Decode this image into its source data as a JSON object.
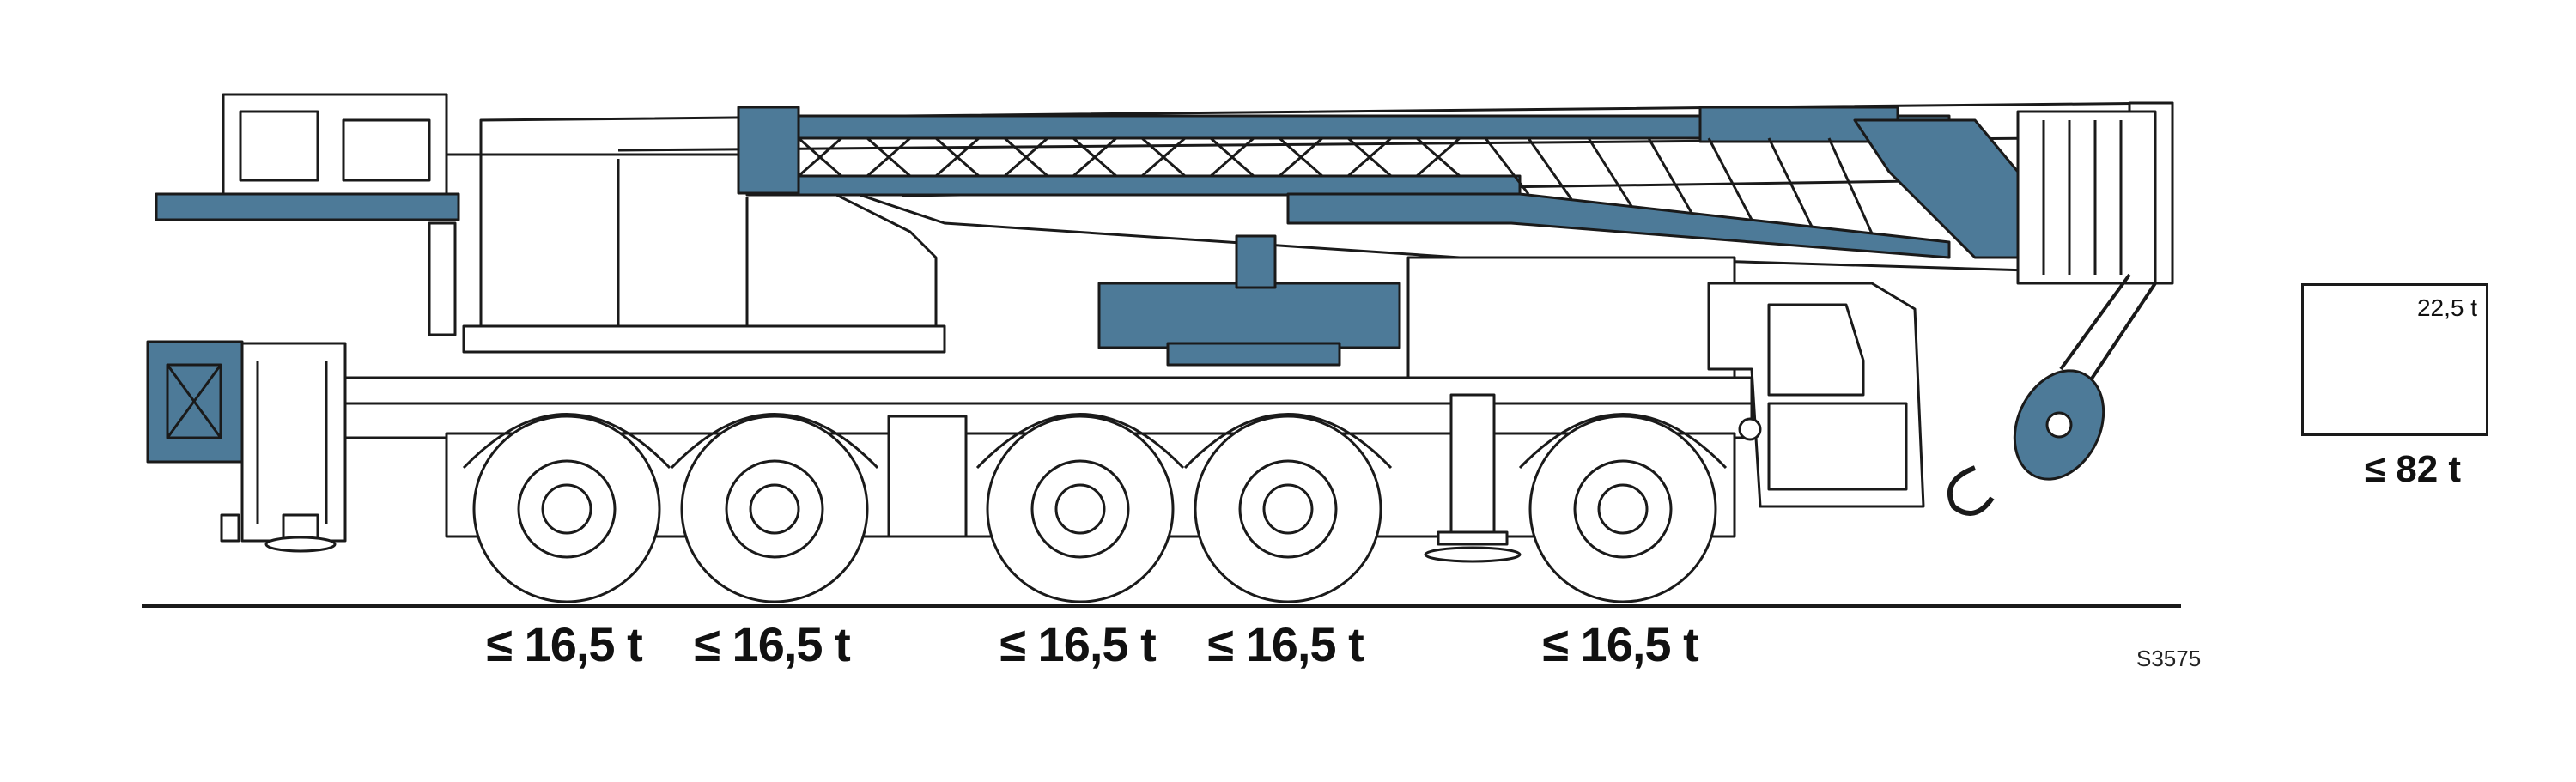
{
  "colors": {
    "accent": "#4d7a98",
    "outline": "#1a1a1a",
    "background": "#ffffff"
  },
  "axle_loads": [
    {
      "label": "≤ 16,5 t"
    },
    {
      "label": "≤ 16,5 t"
    },
    {
      "label": "≤ 16,5 t"
    },
    {
      "label": "≤ 16,5 t"
    },
    {
      "label": "≤ 16,5 t"
    }
  ],
  "drawing_code": "S3575",
  "ballast": {
    "icon": "uk-flag-icon",
    "value": "22,5 t"
  },
  "total_weight": "≤ 82 t"
}
